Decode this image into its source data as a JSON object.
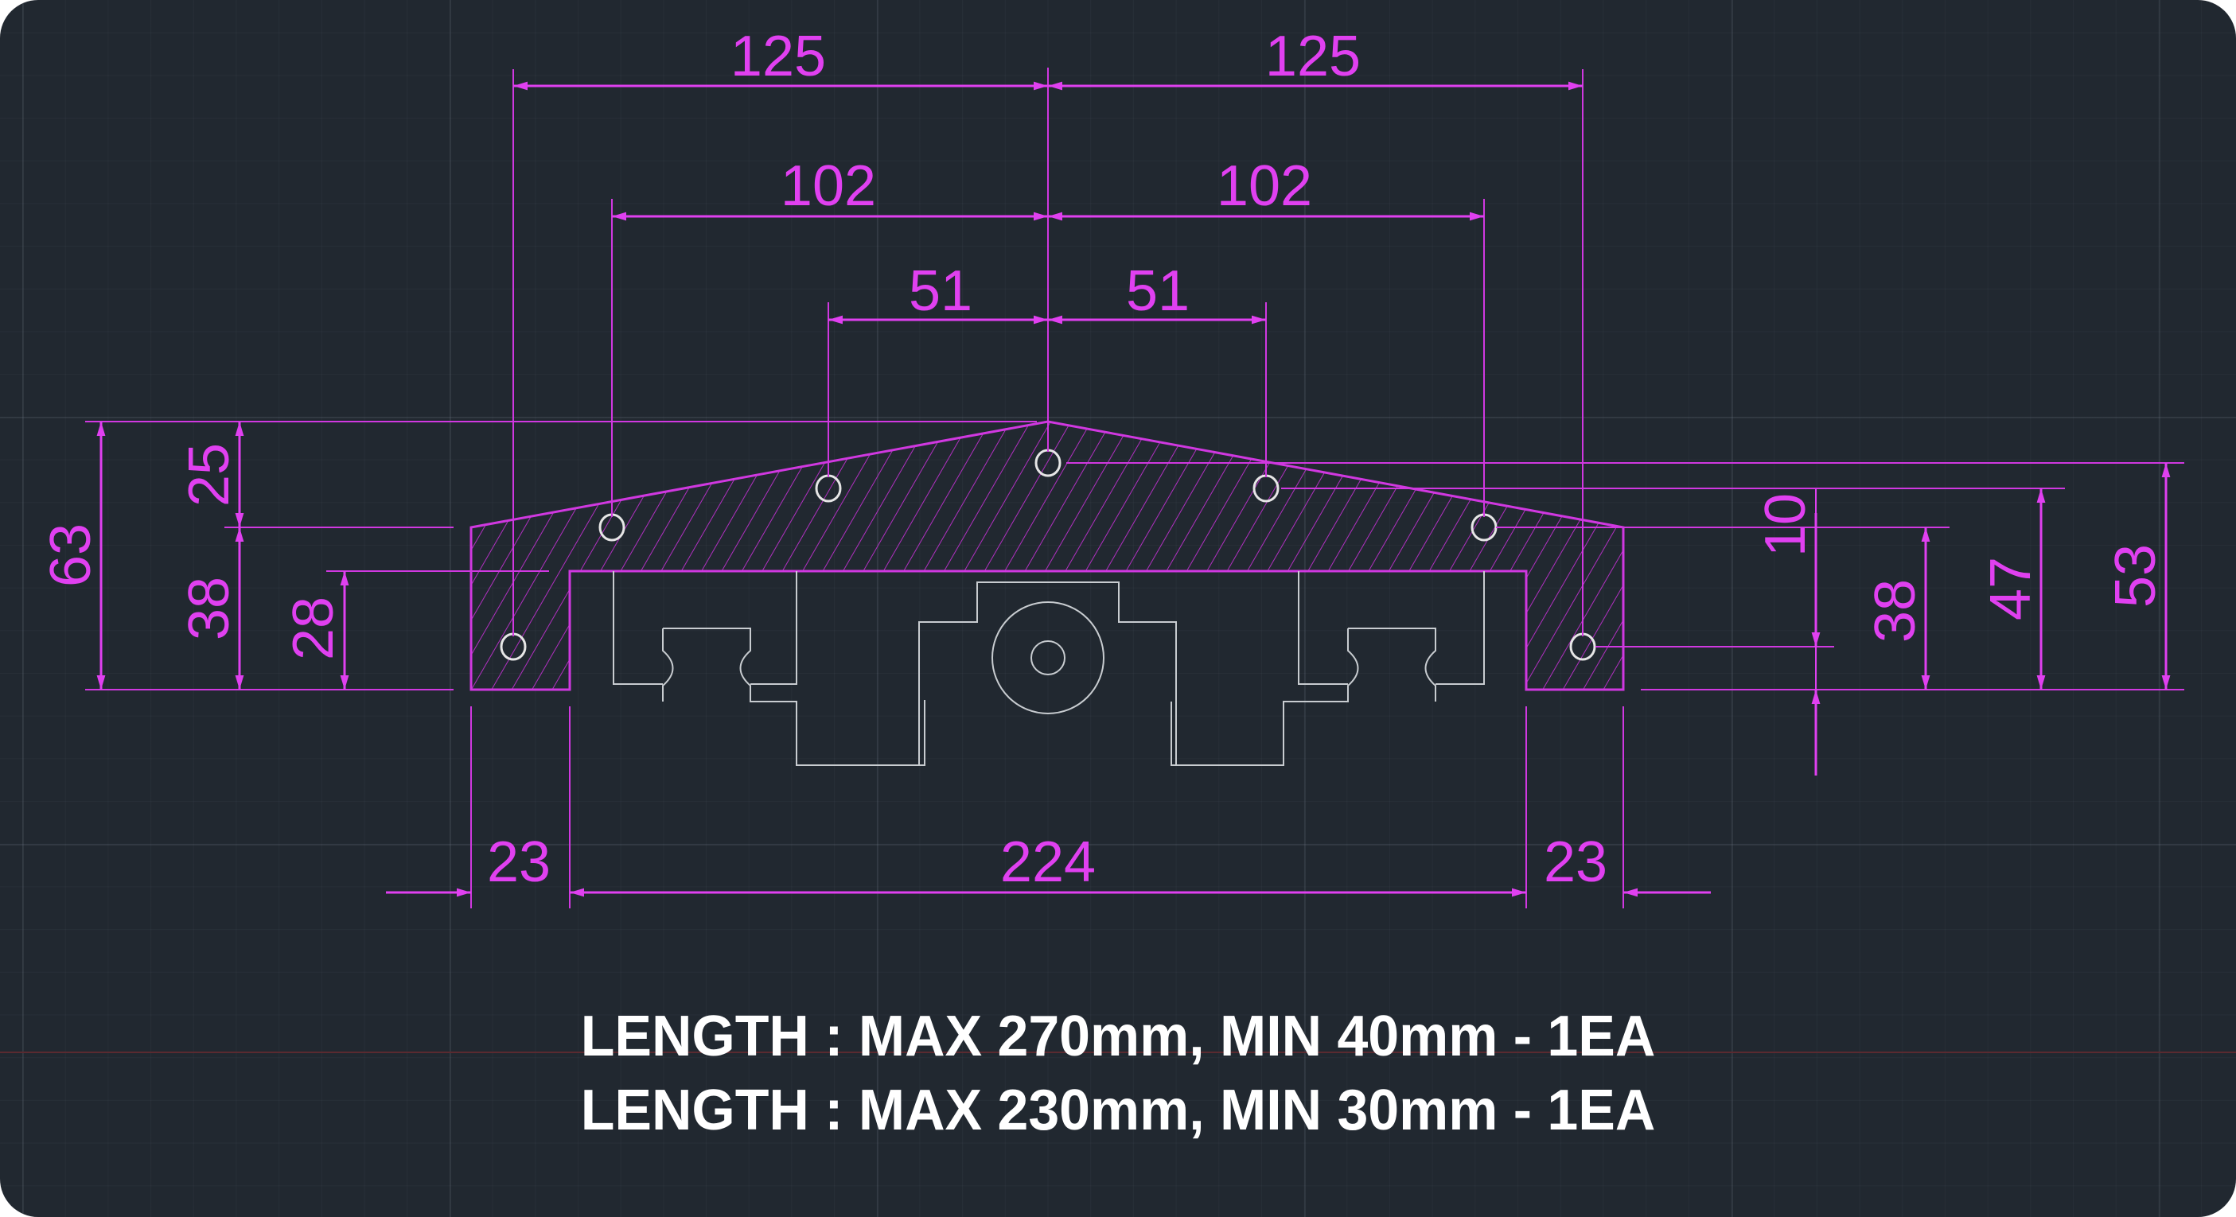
{
  "drawing": {
    "background_color": "#212830",
    "dimension_color": "#e040f0",
    "geometry_color": "#c8ccd0",
    "horizontal_dimensions": {
      "top_left_125": "125",
      "top_right_125": "125",
      "mid_left_102": "102",
      "mid_right_102": "102",
      "inner_left_51": "51",
      "inner_right_51": "51",
      "bottom_left_23": "23",
      "bottom_center_224": "224",
      "bottom_right_23": "23"
    },
    "vertical_dimensions_left": {
      "overall_63": "63",
      "upper_25": "25",
      "lower_38": "38",
      "inner_28": "28"
    },
    "vertical_dimensions_right": {
      "offset_10": "10",
      "height_38": "38",
      "height_47": "47",
      "height_53": "53"
    },
    "notes": [
      "LENGTH : MAX 270mm, MIN 40mm - 1EA",
      "LENGTH : MAX 230mm, MIN 30mm - 1EA"
    ]
  }
}
